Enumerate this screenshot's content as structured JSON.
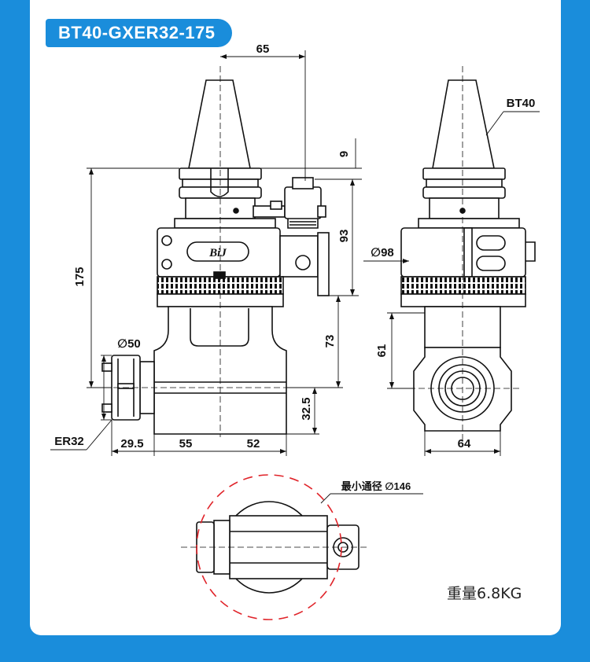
{
  "title": "BT40-GXER32-175",
  "brand_logo": "BiJ",
  "dimensions": {
    "d65": "65",
    "d9": "9",
    "d93": "93",
    "d175": "175",
    "d73": "73",
    "d32_5": "32.5",
    "d29_5": "29.5",
    "d55": "55",
    "d52": "52",
    "dia50": "∅50",
    "dia98": "∅98",
    "d61": "61",
    "d64": "64"
  },
  "labels": {
    "er32": "ER32",
    "bt40": "BT40",
    "min_swing": "最小通径 ∅146"
  },
  "weight": "重量6.8KG",
  "colors": {
    "background": "#1a8ddb",
    "card": "#ffffff",
    "swing_circle": "#e0242a"
  }
}
